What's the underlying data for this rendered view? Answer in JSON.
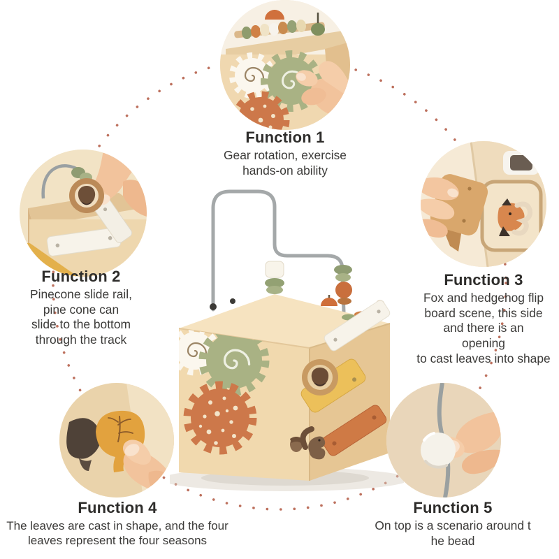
{
  "infographic": {
    "background_color": "#ffffff",
    "dotted_ring_color": "#b15741",
    "heading_color": "#2e2d2b",
    "body_color": "#3b3a38",
    "wood_color": "#f1d9ae",
    "accent_orange": "#cd784a",
    "accent_sage": "#a9b284",
    "functions": [
      {
        "title": "Function 1",
        "lines": [
          "Gear rotation, exercise",
          "hands-on ability"
        ],
        "photo_subject": "hand rotating white, green and orange gears on wooden cube with abacus beads"
      },
      {
        "title": "Function 2",
        "lines": [
          "Pinecone slide rail,",
          "pine cone can",
          "slide to the bottom",
          "through the track"
        ],
        "photo_subject": "hand placing pinecone disc onto white slide rails of wooden cube"
      },
      {
        "title": "Function 3",
        "lines": [
          "Fox and hedgehog flip",
          "board scene, this side",
          "and there is an",
          "opening",
          "to cast leaves into shape"
        ],
        "photo_subject": "hand flipping wooden board revealing fox scene with shape opening"
      },
      {
        "title": "Function 4",
        "lines": [
          "The leaves are cast in shape, and the four",
          "leaves represent the four seasons"
        ],
        "photo_subject": "hand inserting yellow leaf shape into leaf-shaped hole"
      },
      {
        "title": "Function 5",
        "lines": [
          "On top is a scenario around t",
          "he bead"
        ],
        "photo_subject": "hand sliding white bead along grey wire track"
      }
    ]
  }
}
